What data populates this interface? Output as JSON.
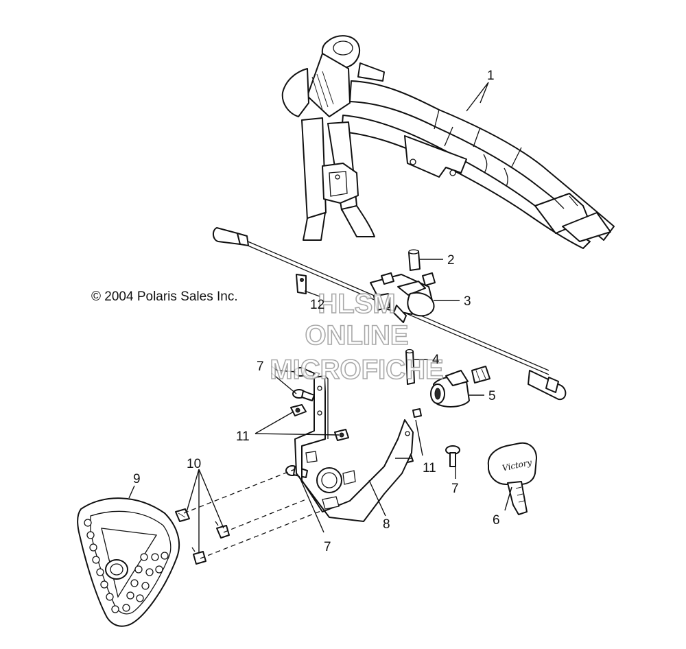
{
  "copyright": "© 2004 Polaris Sales Inc.",
  "watermark": {
    "line1": "HLSM",
    "line2": "ONLINE",
    "line3": "MICROFICHE"
  },
  "key_logo_text": "Victory",
  "callouts": {
    "c1": "1",
    "c2": "2",
    "c3": "3",
    "c4": "4",
    "c5": "5",
    "c6": "6",
    "c7a": "7",
    "c7b": "7",
    "c7c": "7",
    "c8": "8",
    "c9": "9",
    "c10": "10",
    "c11a": "11",
    "c11b": "11",
    "c12": "12"
  },
  "colors": {
    "line": "#111111",
    "background": "#ffffff",
    "watermark_outline": "#9a9a9a"
  }
}
